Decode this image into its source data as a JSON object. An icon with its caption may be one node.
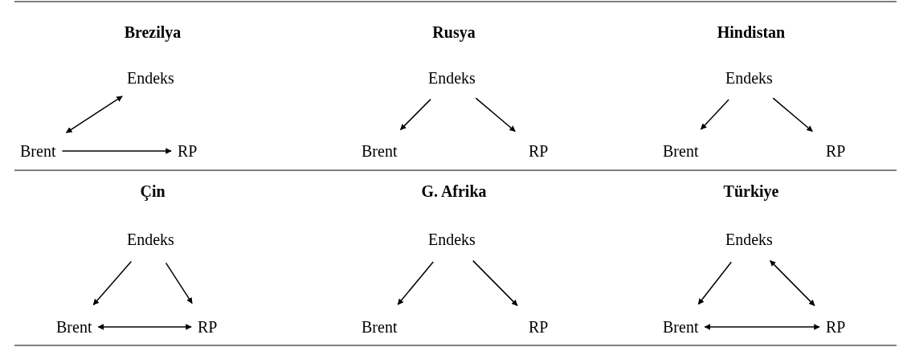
{
  "diagram": {
    "nodes": [
      {
        "text": [
          "Endeks"
        ]
      },
      {
        "text": [
          "Brent"
        ]
      },
      {
        "text": [
          "RP"
        ]
      },
      {
        "text": [
          "Endeks"
        ]
      },
      {
        "text": [
          "Brent"
        ]
      },
      {
        "text": [
          "RP"
        ]
      },
      {
        "text": [
          "Endeks"
        ]
      },
      {
        "text": [
          "Brent"
        ]
      },
      {
        "text": [
          "RP"
        ]
      },
      {
        "text": [
          "Endeks"
        ]
      },
      {
        "text": [
          "Brent"
        ]
      },
      {
        "text": [
          "RP"
        ]
      },
      {
        "text": [
          "Endeks"
        ]
      },
      {
        "text": [
          "Brent"
        ]
      },
      {
        "text": [
          "RP"
        ]
      },
      {
        "text": [
          "Endeks"
        ]
      },
      {
        "text": [
          "Brent"
        ]
      },
      {
        "text": [
          "RP"
        ]
      }
    ],
    "edges": [
      {
        "from": 0,
        "to": 1,
        "arrow": "both"
      },
      {
        "from": 1,
        "to": 2,
        "arrow": "to"
      },
      {
        "from": 3,
        "to": 4,
        "arrow": "to"
      },
      {
        "from": 3,
        "to": 5,
        "arrow": "to"
      },
      {
        "from": 6,
        "to": 7,
        "arrow": "to"
      },
      {
        "from": 6,
        "to": 8,
        "arrow": "to"
      },
      {
        "from": 9,
        "to": 10,
        "arrow": "to"
      },
      {
        "from": 9,
        "to": 11,
        "arrow": "to"
      },
      {
        "from": 10,
        "to": 11,
        "arrow": "both"
      },
      {
        "from": 12,
        "to": 13,
        "arrow": "to"
      },
      {
        "from": 12,
        "to": 14,
        "arrow": "to"
      },
      {
        "from": 15,
        "to": 16,
        "arrow": "to"
      },
      {
        "from": 15,
        "to": 17,
        "arrow": "both"
      },
      {
        "from": 16,
        "to": 17,
        "arrow": "both"
      }
    ],
    "labels": [
      "Brezilya",
      "Rusya",
      "Hindistan",
      "Çin",
      "G. Afrika",
      "Türkiye"
    ]
  }
}
